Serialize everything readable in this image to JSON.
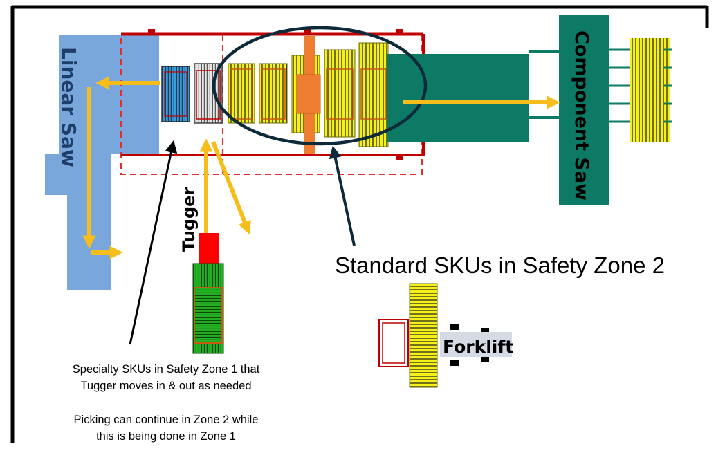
{
  "labels": {
    "linear_saw": "Linear Saw",
    "component_saw": "Component Saw",
    "tugger": "Tugger",
    "forklift": "Forklift",
    "standard_skus": "Standard SKUs in Safety Zone 2",
    "specialty_line1": "Specialty SKUs in Safety Zone 1 that",
    "specialty_line2": "Tugger moves in & out as needed",
    "picking_line1": "Picking can continue in Zone 2 while",
    "picking_line2": "this is being done in Zone 1"
  },
  "colors": {
    "saw_blue": "#7aa7db",
    "component_teal": "#0c7a64",
    "rack_red": "#c00000",
    "arrow_yellow": "#f7be1b",
    "lumber_yellow": "#f5f019",
    "tugger_green": "#22b022",
    "tugger_red": "#ff0000",
    "bundle_blue": "#3a9bdc",
    "bundle_gray": "#c8c8c8",
    "orange_beam": "#ed7d31",
    "ellipse_navy": "#0d2a3a",
    "forklift_label_bg": "#d5dbe5"
  },
  "icons": [
    "arrow-icon",
    "pointer-arrow-icon"
  ]
}
